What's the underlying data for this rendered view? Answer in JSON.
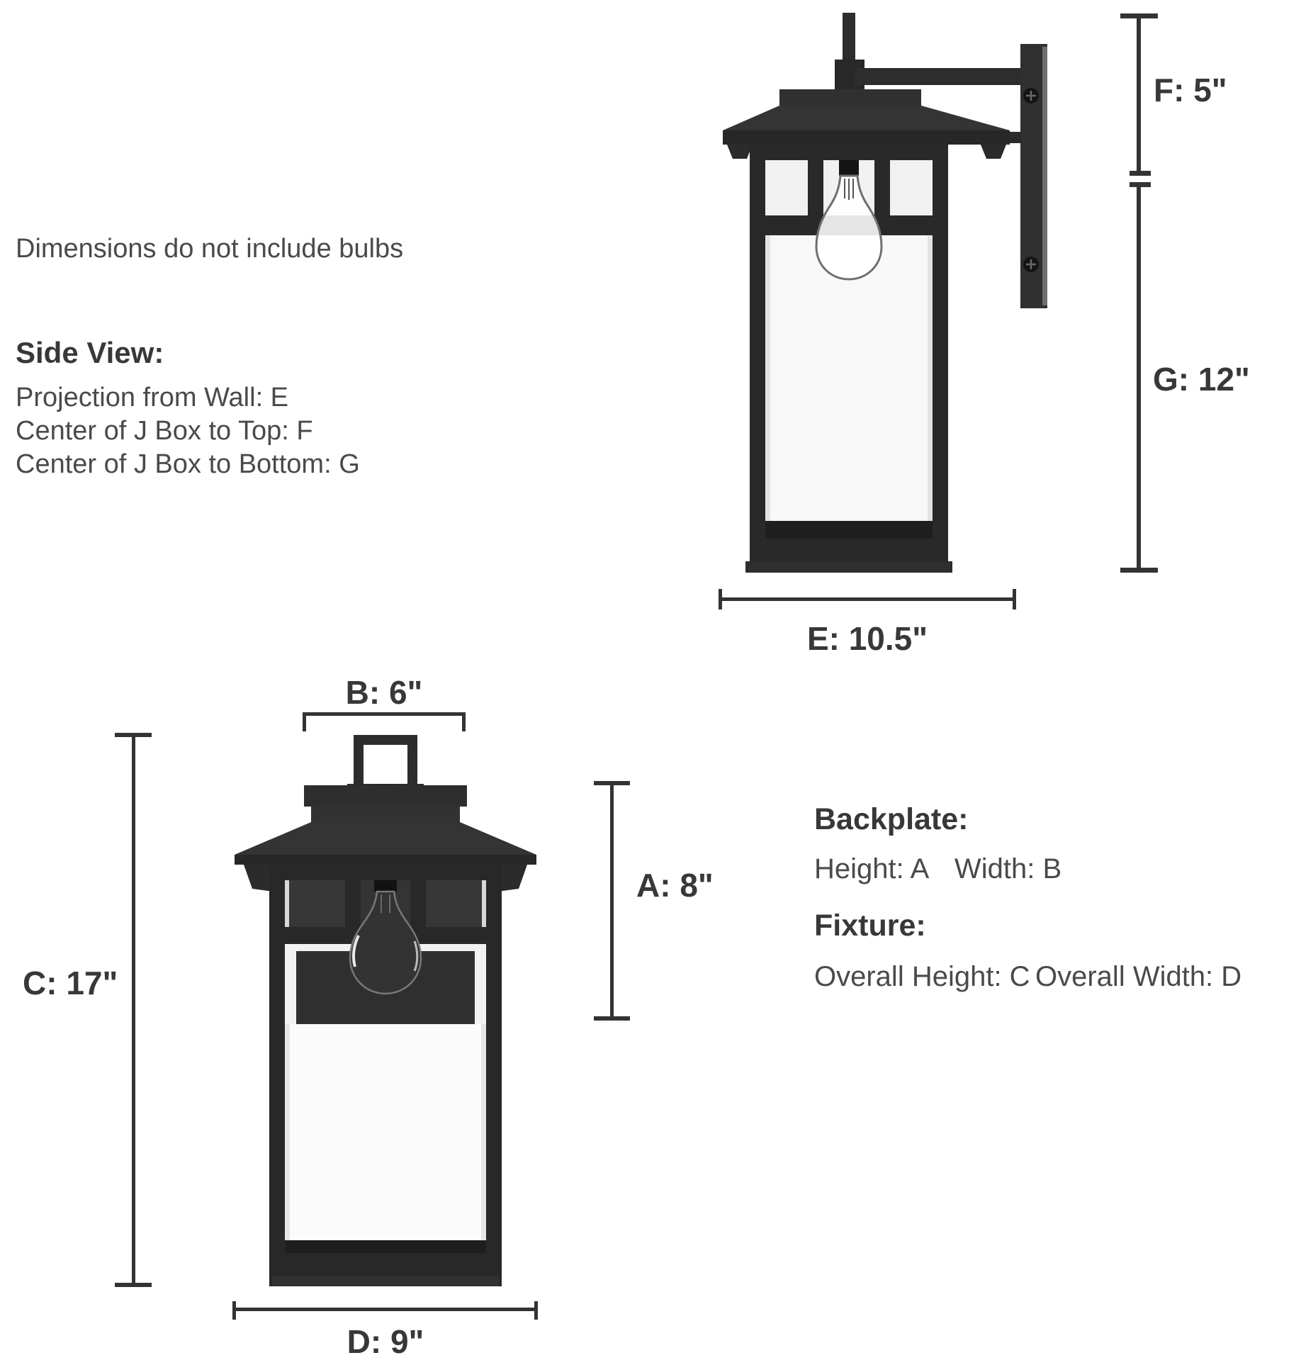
{
  "figure": {
    "note": "Dimensions do not include bulbs",
    "side_view_legend": {
      "title": "Side View:",
      "lines": [
        "Projection from Wall: E",
        "Center of J Box to Top: F",
        "Center of J Box to Bottom: G"
      ]
    },
    "bottom_legend": {
      "backplate_title": "Backplate:",
      "backplate_height": "Height: A",
      "backplate_width": "Width: B",
      "fixture_title": "Fixture:",
      "fixture_height": "Overall Height: C",
      "fixture_width": "Overall Width: D"
    },
    "dimensions": {
      "a": "A: 8\"",
      "b": "B: 6\"",
      "c": "C: 17\"",
      "d": "D: 9\"",
      "e": "E: 10.5\"",
      "f": "F: 5\"",
      "g": "G: 12\""
    },
    "colors": {
      "fixture_black": "#2b2b2b",
      "dimension_line": "#333333",
      "label_text": "#383838",
      "body_text": "#4a4a4a",
      "glass_white": "#f8f8f8"
    }
  }
}
